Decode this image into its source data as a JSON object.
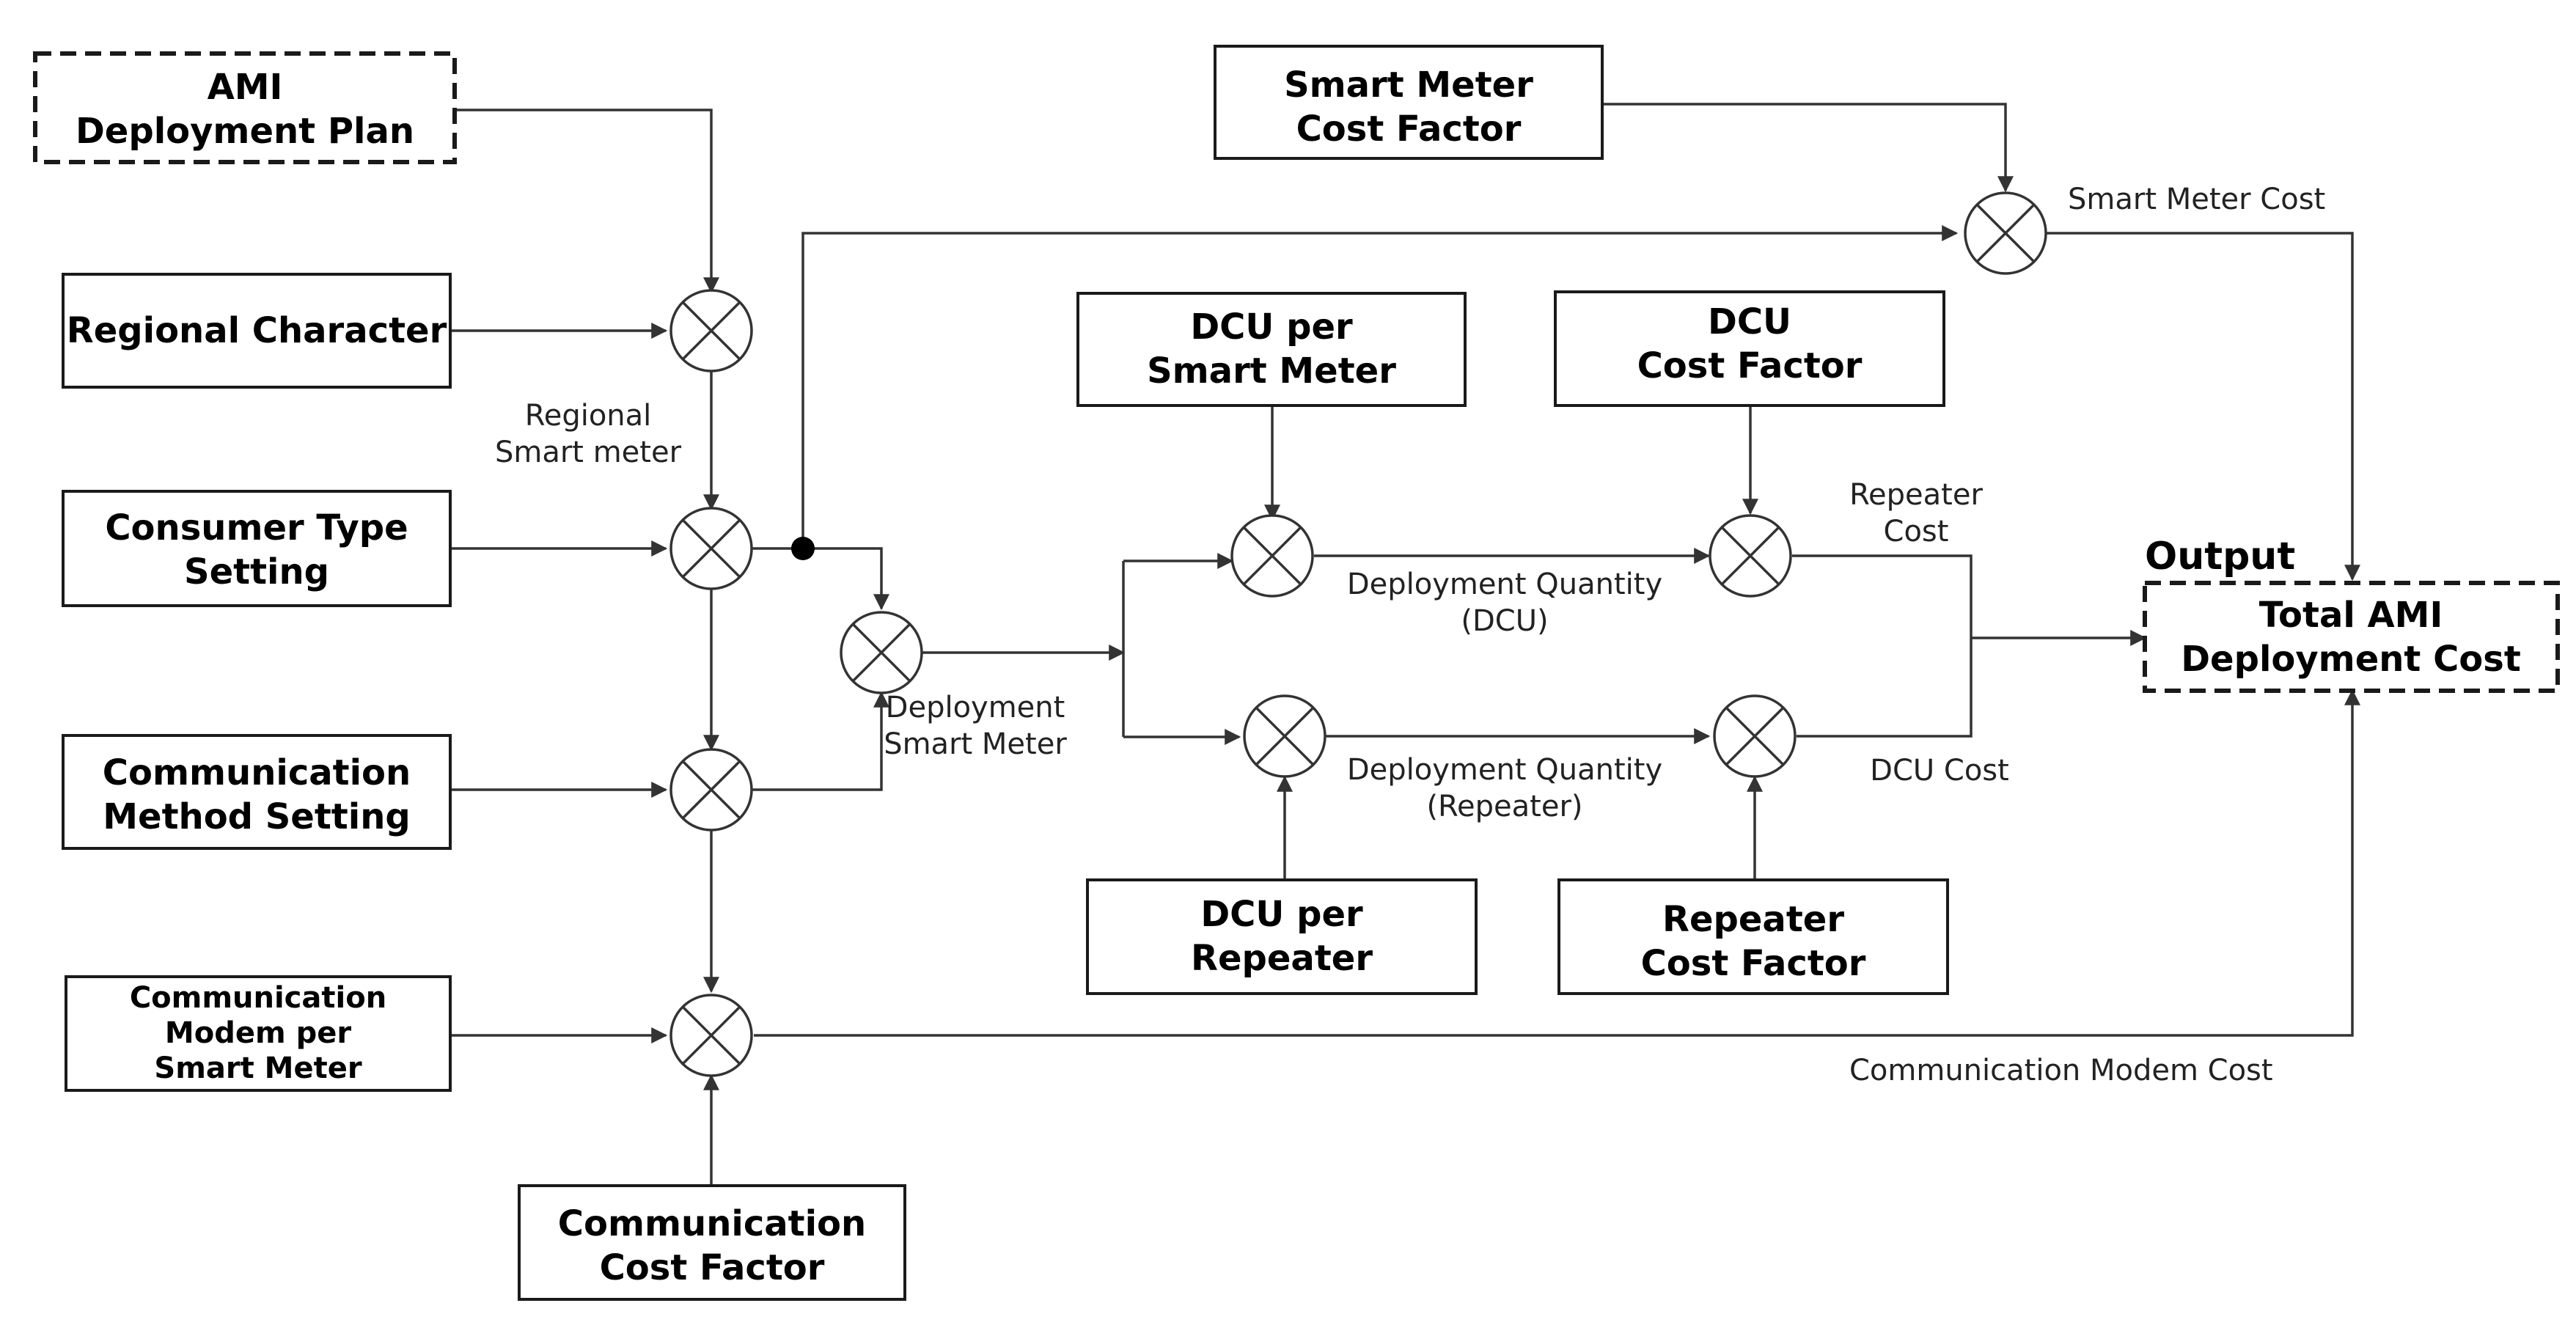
{
  "boxes": {
    "ami_plan": [
      "AMI",
      "Deployment Plan"
    ],
    "regional": [
      "Regional Character"
    ],
    "consumer": [
      "Consumer Type",
      "Setting"
    ],
    "comm_method": [
      "Communication",
      "Method Setting"
    ],
    "modem": [
      "Communication",
      "Modem per",
      "Smart Meter"
    ],
    "comm_cost": [
      "Communication",
      "Cost Factor"
    ],
    "sm_cost": [
      "Smart Meter",
      "Cost Factor"
    ],
    "dcu_per_sm": [
      "DCU per",
      "Smart Meter"
    ],
    "dcu_cost": [
      "DCU",
      "Cost Factor"
    ],
    "dcu_per_rep": [
      "DCU per",
      "Repeater"
    ],
    "rep_cost": [
      "Repeater",
      "Cost Factor"
    ],
    "total": [
      "Total AMI",
      "Deployment Cost"
    ]
  },
  "labels": {
    "output": "Output",
    "regional_sm": [
      "Regional",
      "Smart meter"
    ],
    "deployment_sm": [
      "Deployment",
      "Smart Meter"
    ],
    "dq_dcu": [
      "Deployment Quantity",
      "(DCU)"
    ],
    "dq_rep": [
      "Deployment Quantity",
      "(Repeater)"
    ],
    "repeater_cost": [
      "Repeater",
      "Cost"
    ],
    "dcu_cost": "DCU Cost",
    "smart_meter_cost": "Smart Meter Cost",
    "modem_cost": "Communication Modem Cost"
  }
}
